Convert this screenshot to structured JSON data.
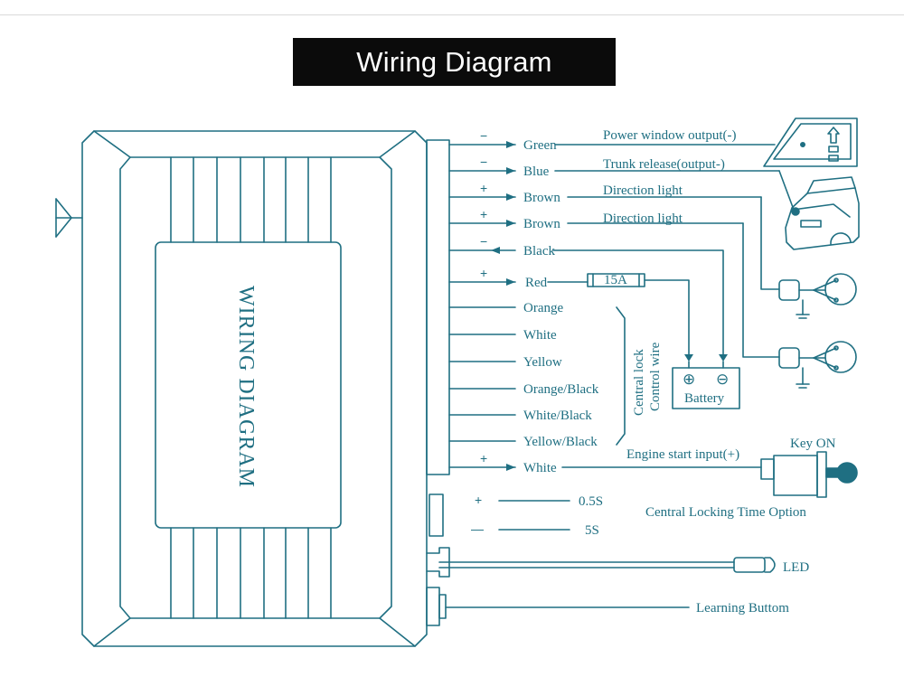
{
  "title": "Wiring Diagram",
  "colors": {
    "line": "#1f6f82",
    "title_bg": "#0b0b0b",
    "title_fg": "#ffffff"
  },
  "module_label": "WIRING DIAGRAM",
  "wires": [
    {
      "color": "Green",
      "sign": "−",
      "arrow": "out"
    },
    {
      "color": "Blue",
      "sign": "−",
      "arrow": "out"
    },
    {
      "color": "Brown",
      "sign": "+",
      "arrow": "out"
    },
    {
      "color": "Brown",
      "sign": "+",
      "arrow": "out"
    },
    {
      "color": "Black",
      "sign": "−",
      "arrow": "in"
    },
    {
      "color": "Red",
      "sign": "+",
      "arrow": "out"
    },
    {
      "color": "Orange",
      "sign": "",
      "arrow": "none"
    },
    {
      "color": "White",
      "sign": "",
      "arrow": "none"
    },
    {
      "color": "Yellow",
      "sign": "",
      "arrow": "none"
    },
    {
      "color": "Orange/Black",
      "sign": "",
      "arrow": "none"
    },
    {
      "color": "White/Black",
      "sign": "",
      "arrow": "none"
    },
    {
      "color": "Yellow/Black",
      "sign": "",
      "arrow": "none"
    },
    {
      "color": "White",
      "sign": "+",
      "arrow": "out"
    }
  ],
  "functions": {
    "power_window": "Power window output(-)",
    "trunk_release": "Trunk release(output-)",
    "direction_light_1": "Direction light",
    "direction_light_2": "Direction light",
    "engine_start": "Engine start input(+)",
    "key_on": "Key ON",
    "central_lock_1": "Central lock",
    "central_lock_2": "Control wire",
    "fuse": "15A",
    "battery": "Battery",
    "battery_plus": "⊕",
    "battery_minus": "⊖"
  },
  "time_option": {
    "plus_sign": "+",
    "minus_sign": "—",
    "plus_value": "0.5S",
    "minus_value": "5S",
    "label": "Central Locking Time Option"
  },
  "led": "LED",
  "learning": "Learning Buttom"
}
